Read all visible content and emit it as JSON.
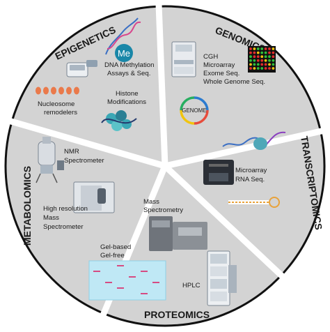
{
  "sections": {
    "epigenetics": {
      "title": "EPIGENETICS",
      "me_badge": "Me",
      "dna_methylation_label": [
        "DNA Methylation",
        "Assays & Seq."
      ],
      "nucleosome_label": [
        "Nucleosome",
        "remodelers"
      ],
      "histone_label": [
        "Histone",
        "Modifications"
      ]
    },
    "genomics": {
      "title": "GENOMICS",
      "methods": [
        "CGH",
        "Microarray",
        "Exome Seq.",
        "Whole Genome Seq."
      ],
      "genome_label": "GENOME"
    },
    "transcriptomics": {
      "title": "TRANSCRIPTOMICS",
      "methods": [
        "Microarray",
        "RNA Seq."
      ]
    },
    "proteomics": {
      "title": "PROTEOMICS",
      "mass_spec_label": [
        "Mass",
        "Spectrometry"
      ],
      "gel_label": [
        "Gel-based",
        "Gel-free"
      ],
      "hplc_label": "HPLC"
    },
    "metabolomics": {
      "title": "METABOLOMICS",
      "nmr_label": [
        "NMR",
        "Spectrometer"
      ],
      "hr_mass_label": [
        "High resolution",
        "Mass",
        "Spectrometer"
      ]
    }
  },
  "colors": {
    "wheel_fill": "#d3d3d3",
    "wheel_outline": "#111111",
    "divider": "#ffffff",
    "me_badge": "#1a87a8",
    "dna_blue": "#3b6fc4",
    "dna_pink": "#d8468c",
    "microarray_red": "#e02d2d",
    "microarray_green": "#2fbf3a",
    "gel_blue": "#bfe8f5",
    "gel_band": "#d64b82",
    "nucleosome_orange": "#ea7a4b",
    "histone_teal": "#3aa7b5",
    "genome_ring": [
      "#2b7bd0",
      "#e74c3c",
      "#f1c40f",
      "#27ae60"
    ]
  }
}
